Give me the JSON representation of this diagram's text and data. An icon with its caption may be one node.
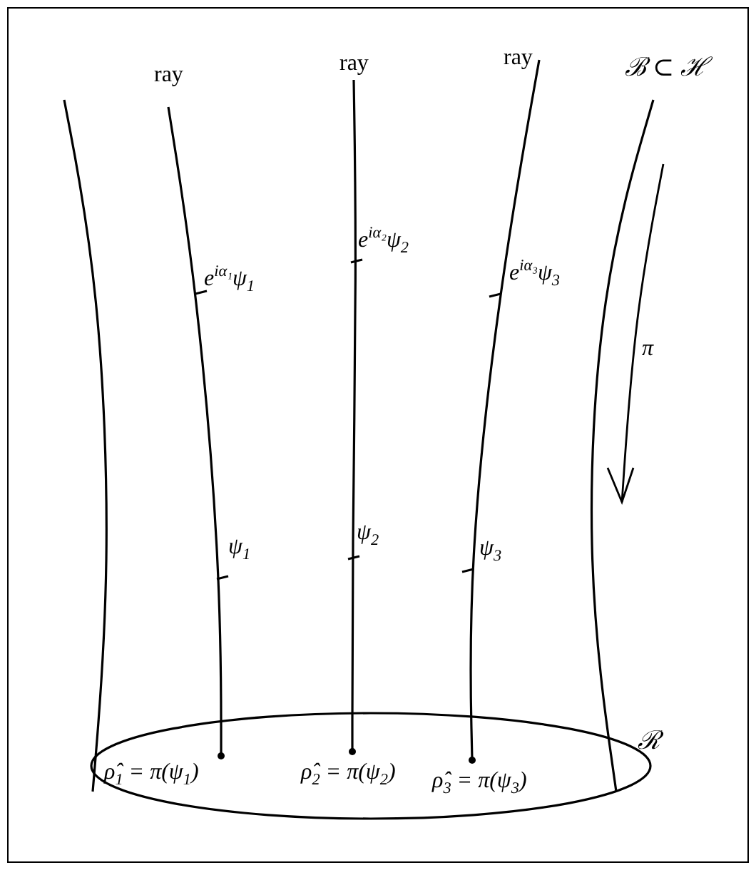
{
  "diagram": {
    "nodes": [
      {
        "text": [
          "ρ̂$_{1}$ = π(ψ$_{1}$)",
          "ρ̂$_{2}$ = π(ψ$_{2}$)",
          "ρ̂$_{3}$ = π(ψ$_{3}$)"
        ],
        "beside": [
          "ℛ"
        ]
      }
    ],
    "labels": [
      "ray",
      "ray",
      "ray",
      "ℬ ⊂ ℋ",
      "e$^{iα₁}$ψ$_{1}$",
      "e$^{iα₂}$ψ$_{2}$",
      "e$^{iα₃}$ψ$_{3}$",
      "π",
      "ψ$_{1}$",
      "ψ$_{2}$",
      "ψ$_{3}$"
    ]
  }
}
